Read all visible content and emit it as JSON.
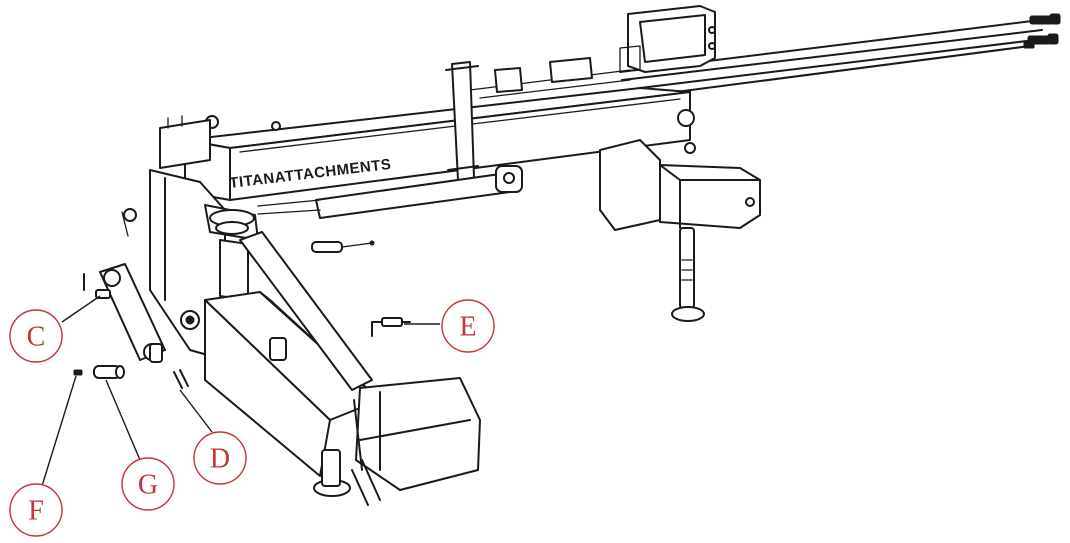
{
  "diagram": {
    "brand_text": "TITANATTACHMENTS",
    "callouts": [
      {
        "id": "C",
        "label": "C"
      },
      {
        "id": "E",
        "label": "E"
      },
      {
        "id": "D",
        "label": "D"
      },
      {
        "id": "G",
        "label": "G"
      },
      {
        "id": "F",
        "label": "F"
      }
    ],
    "colors": {
      "line": "#1a1a1a",
      "callout": "#c8323a",
      "background": "#ffffff"
    }
  }
}
